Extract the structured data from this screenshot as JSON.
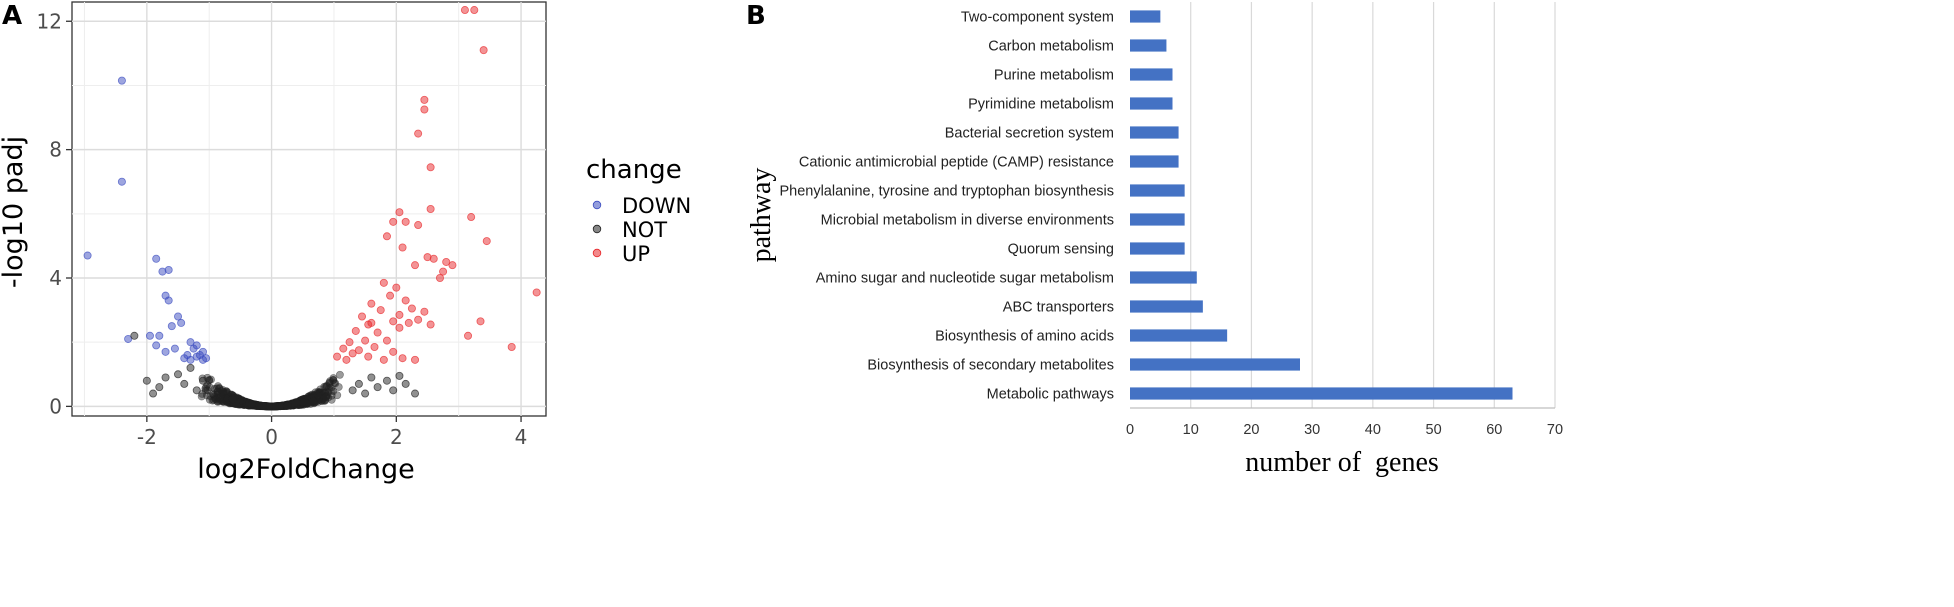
{
  "chart_data": [
    {
      "panel_label": "A",
      "type": "scatter",
      "title": "",
      "xlabel": "log2FoldChange",
      "ylabel": "-log10 padj",
      "xlim": [
        -3.2,
        4.4
      ],
      "ylim": [
        -0.3,
        12.6
      ],
      "xticks": [
        -2,
        0,
        2,
        4
      ],
      "yticks": [
        0,
        4,
        8,
        12
      ],
      "xtick_labels": [
        "-2",
        "0",
        "2",
        "4"
      ],
      "ytick_labels": [
        "0",
        "4",
        "8",
        "12"
      ],
      "grid": true,
      "legend": {
        "title": "change",
        "position": "right"
      },
      "colors": {
        "DOWN": "#3B4CC0",
        "NOT": "#222222",
        "UP": "#E8282B"
      },
      "series": [
        {
          "name": "DOWN",
          "points": [
            [
              -2.95,
              4.7
            ],
            [
              -2.4,
              10.15
            ],
            [
              -2.4,
              7.0
            ],
            [
              -2.3,
              2.1
            ],
            [
              -1.85,
              4.6
            ],
            [
              -1.75,
              4.2
            ],
            [
              -1.65,
              4.25
            ],
            [
              -1.7,
              3.45
            ],
            [
              -1.65,
              3.3
            ],
            [
              -1.95,
              2.2
            ],
            [
              -1.8,
              2.2
            ],
            [
              -1.6,
              2.5
            ],
            [
              -1.5,
              2.8
            ],
            [
              -1.45,
              2.6
            ],
            [
              -1.3,
              2.0
            ],
            [
              -1.25,
              1.8
            ],
            [
              -1.2,
              1.9
            ],
            [
              -1.15,
              1.6
            ],
            [
              -1.1,
              1.7
            ],
            [
              -1.35,
              1.6
            ],
            [
              -1.55,
              1.8
            ],
            [
              -1.7,
              1.7
            ],
            [
              -1.85,
              1.9
            ],
            [
              -1.4,
              1.5
            ],
            [
              -1.1,
              1.45
            ],
            [
              -1.05,
              1.5
            ],
            [
              -1.2,
              1.55
            ],
            [
              -1.3,
              1.45
            ]
          ]
        },
        {
          "name": "NOT",
          "points": [
            [
              -2.2,
              2.2
            ],
            [
              -2.0,
              0.8
            ],
            [
              -1.9,
              0.4
            ],
            [
              -1.8,
              0.6
            ],
            [
              -1.7,
              0.9
            ],
            [
              -1.5,
              1.0
            ],
            [
              -1.4,
              0.7
            ],
            [
              -1.3,
              1.2
            ],
            [
              -1.2,
              0.5
            ],
            [
              -1.1,
              0.8
            ],
            [
              2.05,
              0.95
            ],
            [
              2.15,
              0.7
            ],
            [
              2.3,
              0.4
            ],
            [
              1.95,
              0.5
            ],
            [
              1.85,
              0.8
            ],
            [
              1.7,
              0.6
            ],
            [
              1.6,
              0.9
            ],
            [
              1.5,
              0.4
            ],
            [
              1.4,
              0.7
            ],
            [
              1.3,
              0.5
            ]
          ]
        },
        {
          "name": "UP",
          "points": [
            [
              3.1,
              12.35
            ],
            [
              3.25,
              12.35
            ],
            [
              3.4,
              11.1
            ],
            [
              2.45,
              9.55
            ],
            [
              2.45,
              9.25
            ],
            [
              2.35,
              8.5
            ],
            [
              2.55,
              7.45
            ],
            [
              2.05,
              6.05
            ],
            [
              2.55,
              6.15
            ],
            [
              3.2,
              5.9
            ],
            [
              1.95,
              5.75
            ],
            [
              2.15,
              5.75
            ],
            [
              2.35,
              5.65
            ],
            [
              3.45,
              5.15
            ],
            [
              1.85,
              5.3
            ],
            [
              2.1,
              4.95
            ],
            [
              2.5,
              4.65
            ],
            [
              2.6,
              4.6
            ],
            [
              2.8,
              4.5
            ],
            [
              2.9,
              4.4
            ],
            [
              2.75,
              4.2
            ],
            [
              2.3,
              4.4
            ],
            [
              2.7,
              4.0
            ],
            [
              1.8,
              3.85
            ],
            [
              2.0,
              3.7
            ],
            [
              2.15,
              3.3
            ],
            [
              4.25,
              3.55
            ],
            [
              1.9,
              3.45
            ],
            [
              1.6,
              3.2
            ],
            [
              1.75,
              3.0
            ],
            [
              2.25,
              3.05
            ],
            [
              2.05,
              2.85
            ],
            [
              2.45,
              2.95
            ],
            [
              2.35,
              2.7
            ],
            [
              2.55,
              2.55
            ],
            [
              3.35,
              2.65
            ],
            [
              3.15,
              2.2
            ],
            [
              3.85,
              1.85
            ],
            [
              1.45,
              2.8
            ],
            [
              1.55,
              2.55
            ],
            [
              1.7,
              2.3
            ],
            [
              1.35,
              2.35
            ],
            [
              1.25,
              2.0
            ],
            [
              1.5,
              2.05
            ],
            [
              1.85,
              2.05
            ],
            [
              1.65,
              1.85
            ],
            [
              1.4,
              1.75
            ],
            [
              1.15,
              1.8
            ],
            [
              1.95,
              1.7
            ],
            [
              2.05,
              2.45
            ],
            [
              2.2,
              2.6
            ],
            [
              1.3,
              1.65
            ],
            [
              1.05,
              1.55
            ],
            [
              1.55,
              1.55
            ],
            [
              1.8,
              1.45
            ],
            [
              1.2,
              1.45
            ],
            [
              2.1,
              1.5
            ],
            [
              2.3,
              1.45
            ],
            [
              1.6,
              2.6
            ],
            [
              1.95,
              2.65
            ]
          ]
        }
      ]
    },
    {
      "panel_label": "B",
      "type": "bar",
      "orientation": "horizontal",
      "title": "",
      "xlabel": "number of  genes",
      "ylabel": "pathway",
      "xlim": [
        0,
        70
      ],
      "xticks": [
        0,
        10,
        20,
        30,
        40,
        50,
        60,
        70
      ],
      "xtick_labels": [
        "0",
        "10",
        "20",
        "30",
        "40",
        "50",
        "60",
        "70"
      ],
      "grid": true,
      "colors": {
        "bar": "#4472C4"
      },
      "categories": [
        "Two-component system",
        "Carbon metabolism",
        "Purine metabolism",
        "Pyrimidine metabolism",
        "Bacterial secretion system",
        "Cationic antimicrobial peptide (CAMP) resistance",
        "Phenylalanine, tyrosine and tryptophan biosynthesis",
        "Microbial metabolism in diverse environments",
        "Quorum sensing",
        "Amino sugar and nucleotide sugar metabolism",
        "ABC transporters",
        "Biosynthesis of amino acids",
        "Biosynthesis of secondary metabolites",
        "Metabolic pathways"
      ],
      "values": [
        5,
        6,
        7,
        7,
        8,
        8,
        9,
        9,
        9,
        11,
        12,
        16,
        28,
        63
      ]
    }
  ]
}
